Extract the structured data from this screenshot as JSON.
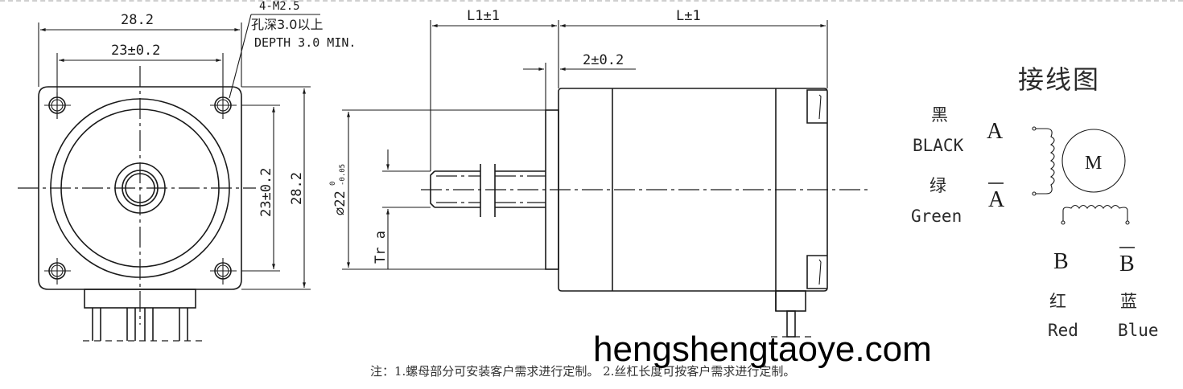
{
  "front_view": {
    "width_label": "28.2",
    "hole_spacing_label": "23±0.2",
    "height_label": "28.2",
    "hole_spacing_vertical_label": "23±0.2",
    "hole_callout": {
      "line1": "4-M2.5",
      "line2": "孔深3.0以上",
      "line3": "DEPTH 3.0 MIN."
    }
  },
  "side_view": {
    "shaft_length_label": "L1±1",
    "body_length_label": "L±1",
    "flange_label": "2±0.2",
    "boss_diameter_label": "⌀22",
    "boss_tolerance_upper": "0",
    "boss_tolerance_lower": "-0.05",
    "thread_label": "Tr a"
  },
  "wiring": {
    "title": "接线图",
    "motor_symbol": "M",
    "phases": [
      {
        "pin": "A",
        "color_cn": "黑",
        "color_en": "BLACK"
      },
      {
        "pin": "A",
        "overline": true,
        "color_cn": "绿",
        "color_en": "Green"
      },
      {
        "pin": "B",
        "color_cn": "红",
        "color_en": "Red"
      },
      {
        "pin": "B",
        "overline": true,
        "color_cn": "蓝",
        "color_en": "Blue"
      }
    ]
  },
  "watermark": "hengshengtaoye.com",
  "note": "注：1.螺母部分可安装客户需求进行定制。 2.丝杠长度可按客户需求进行定制。"
}
